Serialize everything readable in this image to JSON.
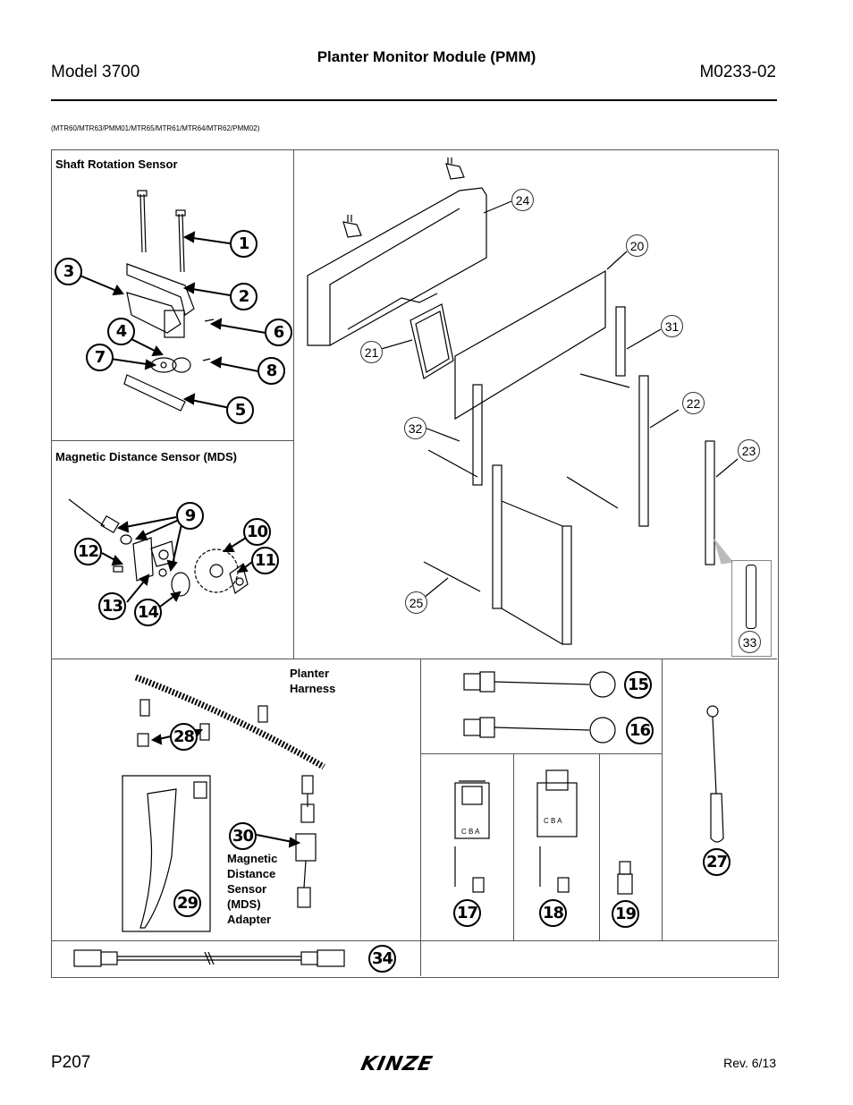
{
  "header": {
    "model": "Model 3700",
    "title": "Planter Monitor Module (PMM)",
    "doc_number": "M0233-02"
  },
  "model_codes": "(MTR60/MTR63/PMM01/MTR65/MTR61/MTR64/MTR62/PMM02)",
  "sections": {
    "shaft_rotation": "Shaft Rotation Sensor",
    "mds": "Magnetic Distance Sensor (MDS)",
    "planter_harness_1": "Planter",
    "planter_harness_2": "Harness",
    "mds_adapter": [
      "Magnetic",
      "Distance",
      "Sensor",
      "(MDS)",
      "Adapter"
    ]
  },
  "callouts": {
    "c1": "1",
    "c2": "2",
    "c3": "3",
    "c4": "4",
    "c5": "5",
    "c6": "6",
    "c7": "7",
    "c8": "8",
    "c9": "9",
    "c10": "10",
    "c11": "11",
    "c12": "12",
    "c13": "13",
    "c14": "14",
    "c15": "15",
    "c16": "16",
    "c17": "17",
    "c18": "18",
    "c19": "19",
    "c20": "20",
    "c21": "21",
    "c22": "22",
    "c23": "23",
    "c24": "24",
    "c25": "25",
    "c27": "27",
    "c28": "28",
    "c29": "29",
    "c30": "30",
    "c31": "31",
    "c32": "32",
    "c33": "33",
    "c34": "34"
  },
  "connector_letters": "C  B  A",
  "footer": {
    "page": "P207",
    "logo": "KINZE",
    "revision": "Rev. 6/13"
  }
}
